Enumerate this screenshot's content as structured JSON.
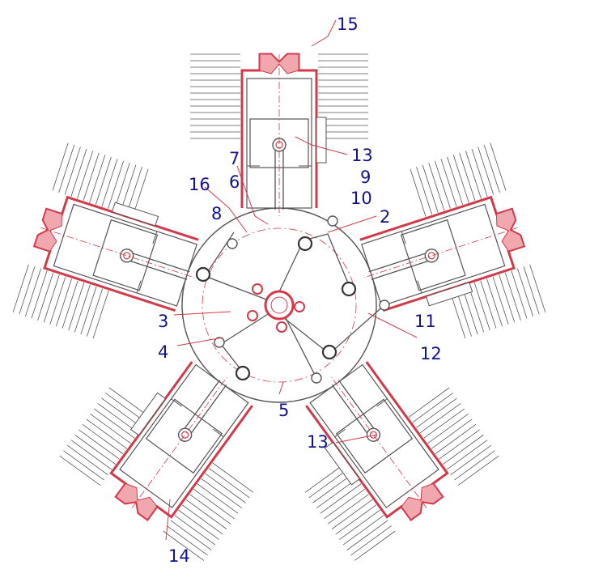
{
  "diagram": {
    "labels": {
      "l15": "15",
      "l13a": "13",
      "l9": "9",
      "l10": "10",
      "l7": "7",
      "l16": "16",
      "l6": "6",
      "l8": "8",
      "l2": "2",
      "l11": "11",
      "l12": "12",
      "l3": "3",
      "l4": "4",
      "l5": "5",
      "l13b": "13",
      "l14": "14"
    },
    "colors": {
      "line": "#555555",
      "red": "#d23a4a",
      "fill_red": "#f0a8ae",
      "label": "#13138c"
    }
  }
}
